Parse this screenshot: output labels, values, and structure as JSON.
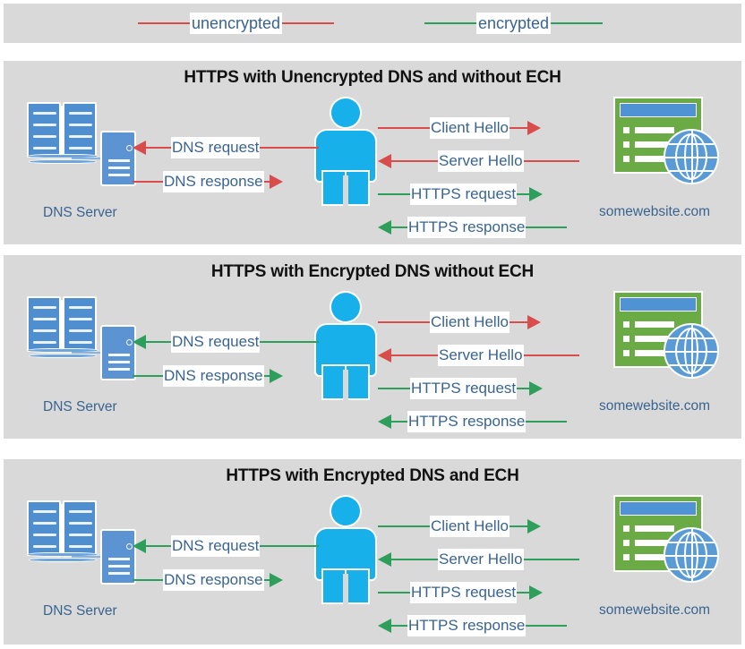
{
  "legend": {
    "items": [
      {
        "label": "unencrypted",
        "color": "#d94c4c",
        "name": "legend-unencrypted"
      },
      {
        "label": "encrypted",
        "color": "#2e9e5b",
        "name": "legend-encrypted"
      }
    ]
  },
  "colors": {
    "unencrypted": "#d94c4c",
    "encrypted": "#2e9e5b",
    "panel_background": "#d9d9d9",
    "page_background": "#ffffff",
    "label_text": "#3a6490",
    "title_text": "#111111",
    "person": "#18b0ea",
    "server_blue": "#5b93d3",
    "website_green": "#6aab46",
    "globe_blue": "#5b9bd5"
  },
  "nodes": {
    "dns_server_label": "DNS Server",
    "website_label": "somewebsite.com",
    "client_icon": "person-icon",
    "dns_icon": "dns-server-icon",
    "website_icon": "website-browser-icon"
  },
  "panels": [
    {
      "title": "HTTPS with Unencrypted DNS and without ECH",
      "dns_label": "DNS Server",
      "site_label": "somewebsite.com",
      "flows": [
        {
          "label": "DNS request",
          "direction": "left",
          "encrypted": false
        },
        {
          "label": "DNS response",
          "direction": "right",
          "encrypted": false
        },
        {
          "label": "Client Hello",
          "direction": "right",
          "encrypted": false
        },
        {
          "label": "Server Hello",
          "direction": "left",
          "encrypted": false
        },
        {
          "label": "HTTPS request",
          "direction": "right",
          "encrypted": true
        },
        {
          "label": "HTTPS response",
          "direction": "left",
          "encrypted": true
        }
      ]
    },
    {
      "title": "HTTPS with Encrypted DNS without ECH",
      "dns_label": "DNS Server",
      "site_label": "somewebsite.com",
      "flows": [
        {
          "label": "DNS request",
          "direction": "left",
          "encrypted": true
        },
        {
          "label": "DNS response",
          "direction": "right",
          "encrypted": true
        },
        {
          "label": "Client Hello",
          "direction": "right",
          "encrypted": false
        },
        {
          "label": "Server Hello",
          "direction": "left",
          "encrypted": false
        },
        {
          "label": "HTTPS request",
          "direction": "right",
          "encrypted": true
        },
        {
          "label": "HTTPS response",
          "direction": "left",
          "encrypted": true
        }
      ]
    },
    {
      "title": "HTTPS with Encrypted DNS and ECH",
      "dns_label": "DNS Server",
      "site_label": "somewebsite.com",
      "flows": [
        {
          "label": "DNS request",
          "direction": "left",
          "encrypted": true
        },
        {
          "label": "DNS response",
          "direction": "right",
          "encrypted": true
        },
        {
          "label": "Client Hello",
          "direction": "right",
          "encrypted": true
        },
        {
          "label": "Server Hello",
          "direction": "left",
          "encrypted": true
        },
        {
          "label": "HTTPS request",
          "direction": "right",
          "encrypted": true
        },
        {
          "label": "HTTPS response",
          "direction": "left",
          "encrypted": true
        }
      ]
    }
  ]
}
